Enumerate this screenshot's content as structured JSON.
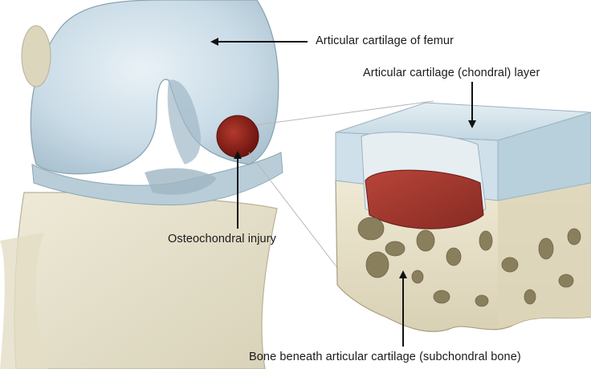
{
  "labels": {
    "femur_cartilage": "Articular cartilage of femur",
    "chondral_layer": "Articular cartilage (chondral) layer",
    "injury": "Osteochondral injury",
    "subchondral": "Bone beneath articular cartilage (subchondral bone)"
  },
  "colors": {
    "cartilage": "#c9dbe6",
    "bone": "#e9e3cf",
    "injury": "#8e2218",
    "lesion": "#9e3a30",
    "arrow": "#111111"
  }
}
